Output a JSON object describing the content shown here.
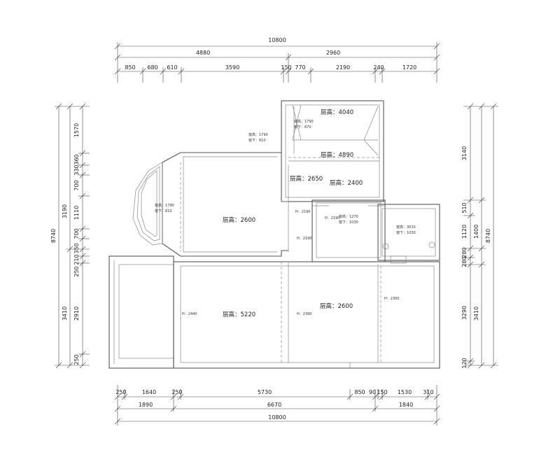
{
  "dimensions": {
    "top_total": "10800",
    "top_left": "4880",
    "top_right": "2960",
    "top_segments": [
      "850",
      "680",
      "610",
      "3590",
      "150",
      "770",
      "2190",
      "240",
      "1720"
    ],
    "bottom_segments": [
      "250",
      "1640",
      "250",
      "5730",
      "850",
      "90",
      "150",
      "1530",
      "310"
    ],
    "bottom_mid": [
      "1890",
      "6670",
      "1840"
    ],
    "bottom_total": "10800",
    "left_inner": [
      "1570",
      "360",
      "330",
      "700",
      "1110",
      "700",
      "350",
      "210",
      "250",
      "2910",
      "250"
    ],
    "left_mid": [
      "3190",
      "3410"
    ],
    "left_total": "8740",
    "right_inner": [
      "510",
      "1120",
      "280",
      "280",
      "3290",
      "120"
    ],
    "right_mid": [
      "3140",
      "1400",
      "3410"
    ],
    "right_total": "8740"
  },
  "rooms": [
    {
      "label": "层高：4040"
    },
    {
      "label": "层高：4890"
    },
    {
      "label": "层高：2650"
    },
    {
      "label": "层高：2400"
    },
    {
      "label": "层高：2600"
    },
    {
      "label": "层高：5220"
    },
    {
      "label": "层高：2600"
    }
  ],
  "notes": {
    "win_stair_h": "窗高：1790",
    "win_stair_sill": "窗下：670",
    "win_left_h": "窗高：1790",
    "win_left_sill": "窗下：610",
    "win_bay_h": "窗高：1790",
    "win_bay_sill": "窗下：610",
    "win_mid_h": "窗高：1270",
    "win_mid_sill": "窗下：1030",
    "win_bath_h": "窗高：3010",
    "win_bath_sill": "窗下：1030",
    "d1": "H：2190",
    "d2": "H：2190",
    "d3": "H：2190",
    "d4": "H：2440",
    "d5": "H：2390",
    "d6": "H：2300"
  }
}
